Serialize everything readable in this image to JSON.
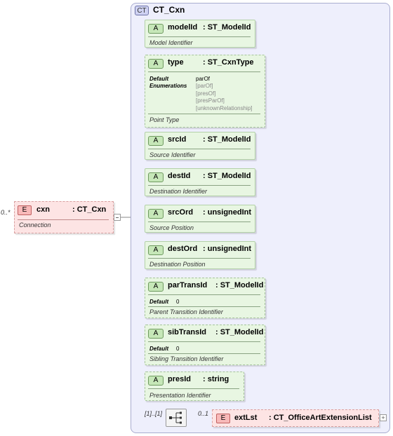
{
  "complex_type": {
    "badge": "CT",
    "name": "CT_Cxn"
  },
  "root_element": {
    "badge": "E",
    "multiplicity": "0..*",
    "name": "cxn",
    "type": ": CT_Cxn",
    "doc": "Connection"
  },
  "attributes": [
    {
      "badge": "A",
      "name": "modelId",
      "type": ": ST_ModelId",
      "doc": "Model Identifier",
      "optional": false
    },
    {
      "badge": "A",
      "name": "type",
      "type": ": ST_CxnType",
      "doc": "Point Type",
      "optional": true,
      "default_label": "Default",
      "enumerations_label": "Enumerations",
      "default_value": "parOf",
      "enumerations": [
        "[parOf]",
        "[presOf]",
        "[presParOf]",
        "[unknownRelationship]"
      ]
    },
    {
      "badge": "A",
      "name": "srcId",
      "type": ": ST_ModelId",
      "doc": "Source Identifier",
      "optional": false
    },
    {
      "badge": "A",
      "name": "destId",
      "type": ": ST_ModelId",
      "doc": "Destination Identifier",
      "optional": false
    },
    {
      "badge": "A",
      "name": "srcOrd",
      "type": ": unsignedInt",
      "doc": "Source Position",
      "optional": false
    },
    {
      "badge": "A",
      "name": "destOrd",
      "type": ": unsignedInt",
      "doc": "Destination Position",
      "optional": false
    },
    {
      "badge": "A",
      "name": "parTransId",
      "type": ": ST_ModelId",
      "doc": "Parent Transition Identifier",
      "optional": true,
      "default_label": "Default",
      "default_value": "0"
    },
    {
      "badge": "A",
      "name": "sibTransId",
      "type": ": ST_ModelId",
      "doc": "Sibling Transition Identifier",
      "optional": true,
      "default_label": "Default",
      "default_value": "0"
    },
    {
      "badge": "A",
      "name": "presId",
      "type": ": string",
      "doc": "Presentation Identifier",
      "optional": true
    }
  ],
  "sequence": {
    "multiplicity": "[1]..[1]",
    "icon": "sequence-compositor-icon"
  },
  "ext_element": {
    "badge": "E",
    "multiplicity": "0..1",
    "name": "extLst",
    "type": ": CT_OfficeArtExtensionList",
    "expand_icon": "+"
  },
  "colors": {
    "attribute_fill": "#e8f6e2",
    "element_fill": "#fde4e4",
    "complex_type_fill": "#eeeffc"
  }
}
